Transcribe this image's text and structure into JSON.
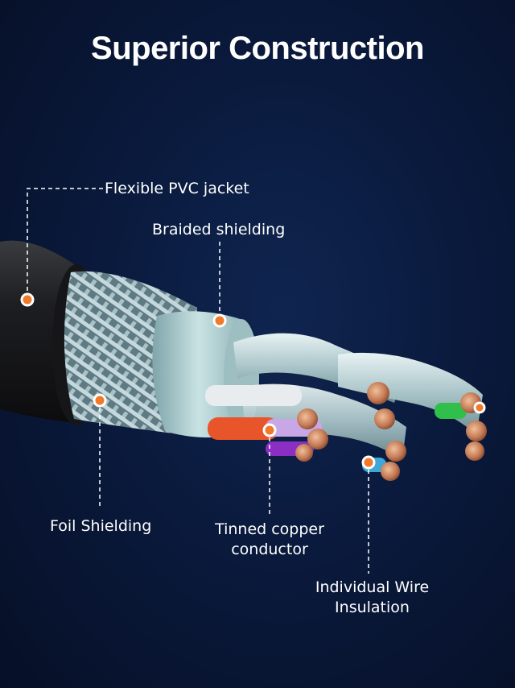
{
  "title": "Superior Construction",
  "labels": {
    "jacket": "Flexible PVC jacket",
    "braided": "Braided shielding",
    "foil": "Foil Shielding",
    "tinned_line1": "Tinned copper",
    "tinned_line2": "conductor",
    "insulation_line1": "Individual Wire",
    "insulation_line2": "Insulation"
  },
  "colors": {
    "background": "#0a1a3d",
    "marker": "#f07a2a",
    "jacket": "#1c1c1e",
    "braid": "#9fb7c0",
    "foil": "#a9c9cc",
    "copper": "#c47a55"
  }
}
